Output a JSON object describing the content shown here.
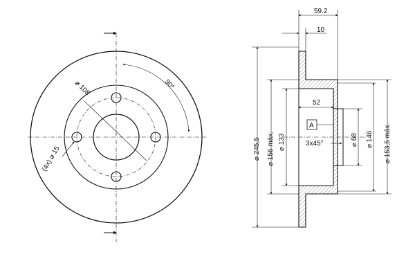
{
  "front_view": {
    "pcd_label": "⌀ 108",
    "angle_label": "90°",
    "bolt_label": "(4x) ⌀ 15"
  },
  "side_view": {
    "overall_width": "59.2",
    "disc_thickness": "10",
    "hub_depth": "52",
    "datum": "A",
    "chamfer": "3x45°",
    "d_outer": "⌀ 245,5",
    "d_156": "⌀ 156 máx.",
    "d_133": "⌀ 133",
    "d_68": "⌀ 68",
    "d_146": "⌀ 146",
    "d_153": "⌀ 153,5 máx."
  },
  "colors": {
    "line": "#111111",
    "background": "#ffffff"
  }
}
